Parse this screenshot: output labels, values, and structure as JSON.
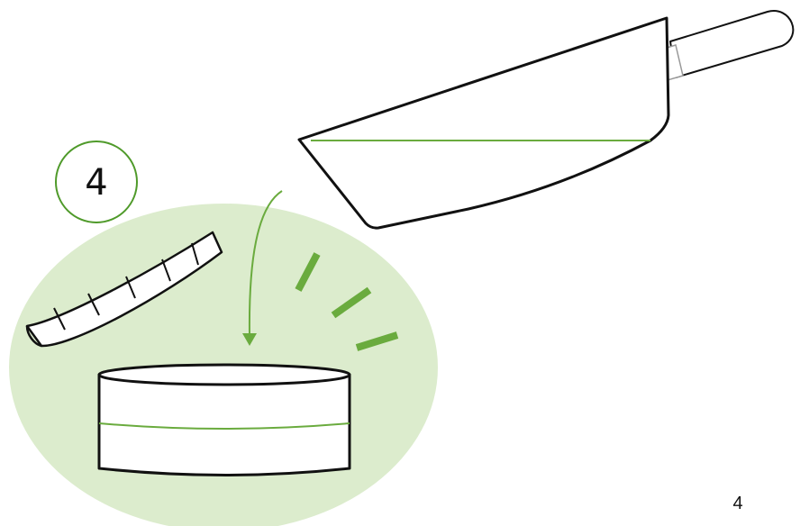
{
  "step_badge": {
    "number": "4"
  },
  "page_number": "4",
  "colors": {
    "accent": "#6aab3e",
    "highlight_fill": "#dceccd",
    "outline": "#111111",
    "badge_ring": "#4f9a2a",
    "background": "#ffffff"
  },
  "icons": [
    "scoop-icon",
    "container-icon",
    "lid-icon",
    "arrow-down-icon",
    "motion-lines"
  ]
}
